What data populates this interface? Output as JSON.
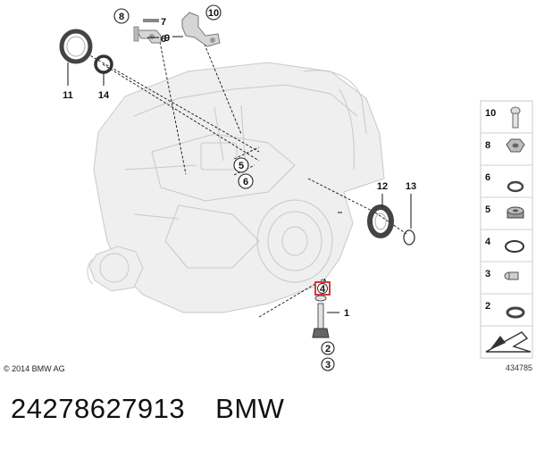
{
  "copyright": "© 2014 BMW AG",
  "diagram_id": "434785",
  "callouts": {
    "c1": "1",
    "c2": "2",
    "c3": "3",
    "c4": "4",
    "c5": "5",
    "c6": "6",
    "c7": "7",
    "c8": "8",
    "c9": "9",
    "c10": "10",
    "c11": "11",
    "c12": "12",
    "c13": "13",
    "c14": "14"
  },
  "side_panel": [
    "10",
    "8",
    "6",
    "5",
    "4",
    "3",
    "2"
  ],
  "caption": {
    "part_number": "24278627913",
    "brand": "BMW"
  },
  "colors": {
    "highlight": "#d3242a",
    "housing": "#efefef",
    "line": "#111111"
  }
}
